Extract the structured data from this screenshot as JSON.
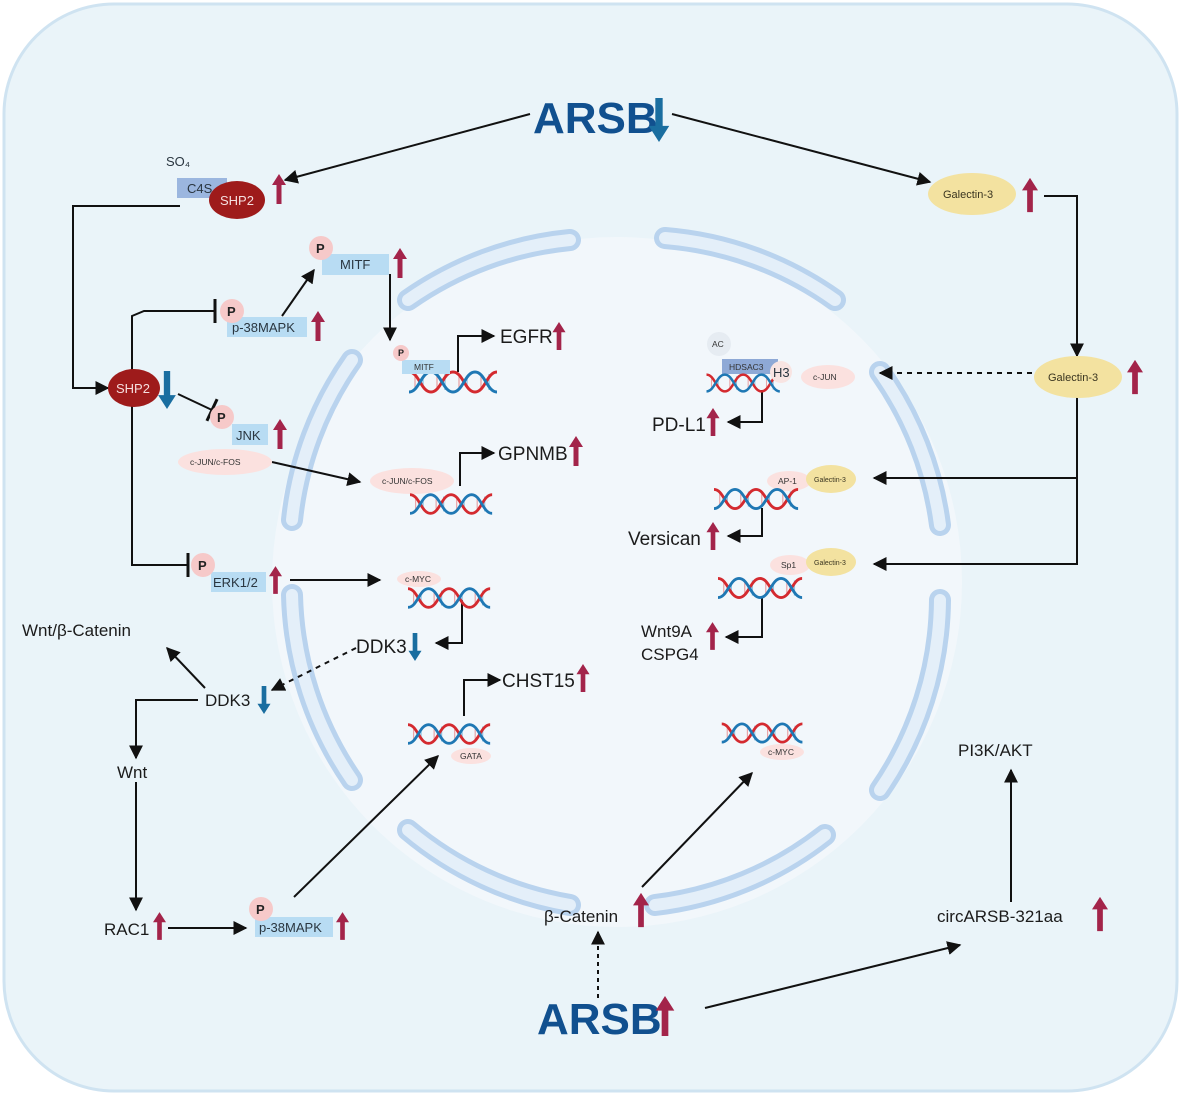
{
  "title": "ARSB signaling pathway diagram",
  "colors": {
    "cell_bg": "#eaf4f9",
    "cell_border": "#cfe3f1",
    "nucleus_bg": "#f2f7fb",
    "envelope": "#b9d3ee",
    "up_arrow": "#a3244a",
    "down_arrow": "#1a6ea0",
    "arsb_text": "#11508f",
    "shp2": "#9e1b1b",
    "galectin": "#f3e2a0",
    "protein_box": "#b8dcf3",
    "c4s_box": "#9bb6df",
    "phospho": "#f6c9c9",
    "tf_pill": "#fbe1df",
    "dna_red": "#d42a2f",
    "dna_blue": "#1f78b4"
  },
  "nodes": {
    "arsb_top": {
      "label": "ARSB",
      "regulation": "down"
    },
    "arsb_bottom": {
      "label": "ARSB",
      "regulation": "up"
    },
    "so4": {
      "label": "SO₄"
    },
    "c4s": {
      "label": "C4S"
    },
    "shp2_top": {
      "label": "SHP2",
      "regulation": "up"
    },
    "shp2_mid": {
      "label": "SHP2",
      "regulation": "down"
    },
    "p38mapk_top": {
      "label": "p-38MAPK",
      "phospho": "P",
      "regulation": "up"
    },
    "mitf_cyto": {
      "label": "MITF",
      "phospho": "P",
      "regulation": "up"
    },
    "mitf_nuc": {
      "label": "MITF",
      "phospho": "P"
    },
    "egfr": {
      "label": "EGFR",
      "regulation": "up"
    },
    "jnk": {
      "label": "JNK",
      "phospho": "P",
      "regulation": "up"
    },
    "cjun_cfos_cyto": {
      "label": "c-JUN/c-FOS"
    },
    "cjun_cfos_nuc": {
      "label": "c-JUN/c-FOS"
    },
    "gpnmb": {
      "label": "GPNMB",
      "regulation": "up"
    },
    "erk": {
      "label": "ERK1/2",
      "phospho": "P",
      "regulation": "up"
    },
    "cmyc_top": {
      "label": "c-MYC"
    },
    "ddk3_nuc": {
      "label": "DDK3",
      "regulation": "down"
    },
    "ddk3_cyto": {
      "label": "DDK3",
      "regulation": "down"
    },
    "wnt_bcat": {
      "label": "Wnt/β-Catenin"
    },
    "wnt": {
      "label": "Wnt"
    },
    "rac1": {
      "label": "RAC1",
      "regulation": "up"
    },
    "p38mapk_bottom": {
      "label": "p-38MAPK",
      "phospho": "P",
      "regulation": "up"
    },
    "gata": {
      "label": "GATA"
    },
    "chst15": {
      "label": "CHST15",
      "regulation": "up"
    },
    "galectin_top": {
      "label": "Galectin-3",
      "regulation": "up"
    },
    "galectin_mid": {
      "label": "Galectin-3",
      "regulation": "up"
    },
    "ac": {
      "label": "AC"
    },
    "hdsac3": {
      "label": "HDSAC3"
    },
    "h3": {
      "label": "H3"
    },
    "cjun_nuc": {
      "label": "c-JUN"
    },
    "pdl1": {
      "label": "PD-L1",
      "regulation": "up"
    },
    "ap1": {
      "label": "AP-1"
    },
    "galectin_ap1": {
      "label": "Galectin-3"
    },
    "versican": {
      "label": "Versican",
      "regulation": "up"
    },
    "sp1": {
      "label": "Sp1"
    },
    "galectin_sp1": {
      "label": "Galectin-3"
    },
    "wnt9a": {
      "label": "Wnt9A"
    },
    "cspg4": {
      "label": "CSPG4",
      "regulation": "up"
    },
    "cmyc_bottom": {
      "label": "c-MYC"
    },
    "bcatenin": {
      "label": "β-Catenin",
      "regulation": "up"
    },
    "circarsb": {
      "label": "circARSB-321aa",
      "regulation": "up"
    },
    "pi3k_akt": {
      "label": "PI3K/AKT"
    }
  },
  "edges": [
    {
      "from": "arsb_top",
      "to": "shp2_top",
      "type": "activation"
    },
    {
      "from": "arsb_top",
      "to": "galectin_top",
      "type": "activation"
    },
    {
      "from": "shp2_top",
      "to": "shp2_mid",
      "type": "activation"
    },
    {
      "from": "shp2_mid",
      "to": "p38mapk_top",
      "type": "inhibition"
    },
    {
      "from": "shp2_mid",
      "to": "jnk",
      "type": "inhibition"
    },
    {
      "from": "shp2_mid",
      "to": "erk",
      "type": "inhibition"
    },
    {
      "from": "p38mapk_top",
      "to": "mitf_cyto",
      "type": "activation"
    },
    {
      "from": "mitf_cyto",
      "to": "mitf_nuc",
      "type": "activation"
    },
    {
      "from": "mitf_nuc",
      "to": "egfr",
      "type": "transcription"
    },
    {
      "from": "cjun_cfos_cyto",
      "to": "cjun_cfos_nuc",
      "type": "activation"
    },
    {
      "from": "cjun_cfos_nuc",
      "to": "gpnmb",
      "type": "transcription"
    },
    {
      "from": "erk",
      "to": "cmyc_top",
      "type": "activation"
    },
    {
      "from": "cmyc_top",
      "to": "ddk3_nuc",
      "type": "transcription"
    },
    {
      "from": "ddk3_nuc",
      "to": "ddk3_cyto",
      "type": "indirect"
    },
    {
      "from": "ddk3_cyto",
      "to": "wnt_bcat",
      "type": "activation"
    },
    {
      "from": "ddk3_cyto",
      "to": "wnt",
      "type": "activation"
    },
    {
      "from": "wnt",
      "to": "rac1",
      "type": "activation"
    },
    {
      "from": "rac1",
      "to": "p38mapk_bottom",
      "type": "activation"
    },
    {
      "from": "p38mapk_bottom",
      "to": "gata",
      "type": "activation"
    },
    {
      "from": "gata",
      "to": "chst15",
      "type": "transcription"
    },
    {
      "from": "galectin_top",
      "to": "galectin_mid",
      "type": "activation"
    },
    {
      "from": "galectin_mid",
      "to": "cjun_nuc",
      "type": "indirect"
    },
    {
      "from": "hdsac3",
      "to": "pdl1",
      "type": "transcription"
    },
    {
      "from": "galectin_mid",
      "to": "galectin_ap1",
      "type": "activation"
    },
    {
      "from": "ap1",
      "to": "versican",
      "type": "transcription"
    },
    {
      "from": "galectin_mid",
      "to": "galectin_sp1",
      "type": "activation"
    },
    {
      "from": "sp1",
      "to": "wnt9a",
      "type": "transcription"
    },
    {
      "from": "arsb_bottom",
      "to": "bcatenin",
      "type": "indirect"
    },
    {
      "from": "bcatenin",
      "to": "cmyc_bottom",
      "type": "activation"
    },
    {
      "from": "arsb_bottom",
      "to": "circarsb",
      "type": "activation"
    },
    {
      "from": "circarsb",
      "to": "pi3k_akt",
      "type": "activation"
    }
  ]
}
